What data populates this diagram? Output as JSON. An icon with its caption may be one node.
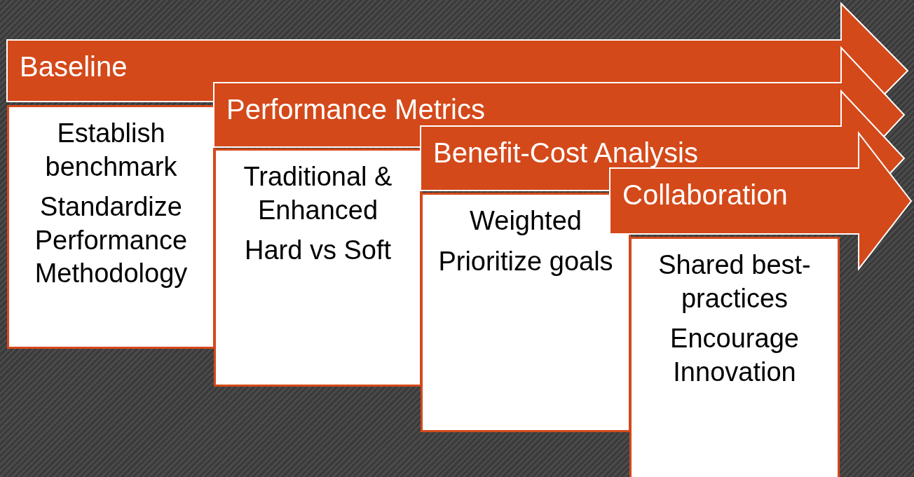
{
  "diagram": {
    "nodes": [
      {
        "text": [
          "Baseline"
        ]
      },
      {
        "text": [
          "Establish benchmark",
          "Standardize Performance Methodology"
        ]
      },
      {
        "text": [
          "Performance Metrics"
        ]
      },
      {
        "text": [
          "Traditional & Enhanced",
          "Hard vs Soft"
        ]
      },
      {
        "text": [
          "Benefit-Cost Analysis"
        ]
      },
      {
        "text": [
          "Weighted",
          "Prioritize goals"
        ]
      },
      {
        "text": [
          "Collaboration"
        ]
      },
      {
        "text": [
          "Shared best-practices",
          "Encourage Innovation"
        ]
      }
    ]
  }
}
